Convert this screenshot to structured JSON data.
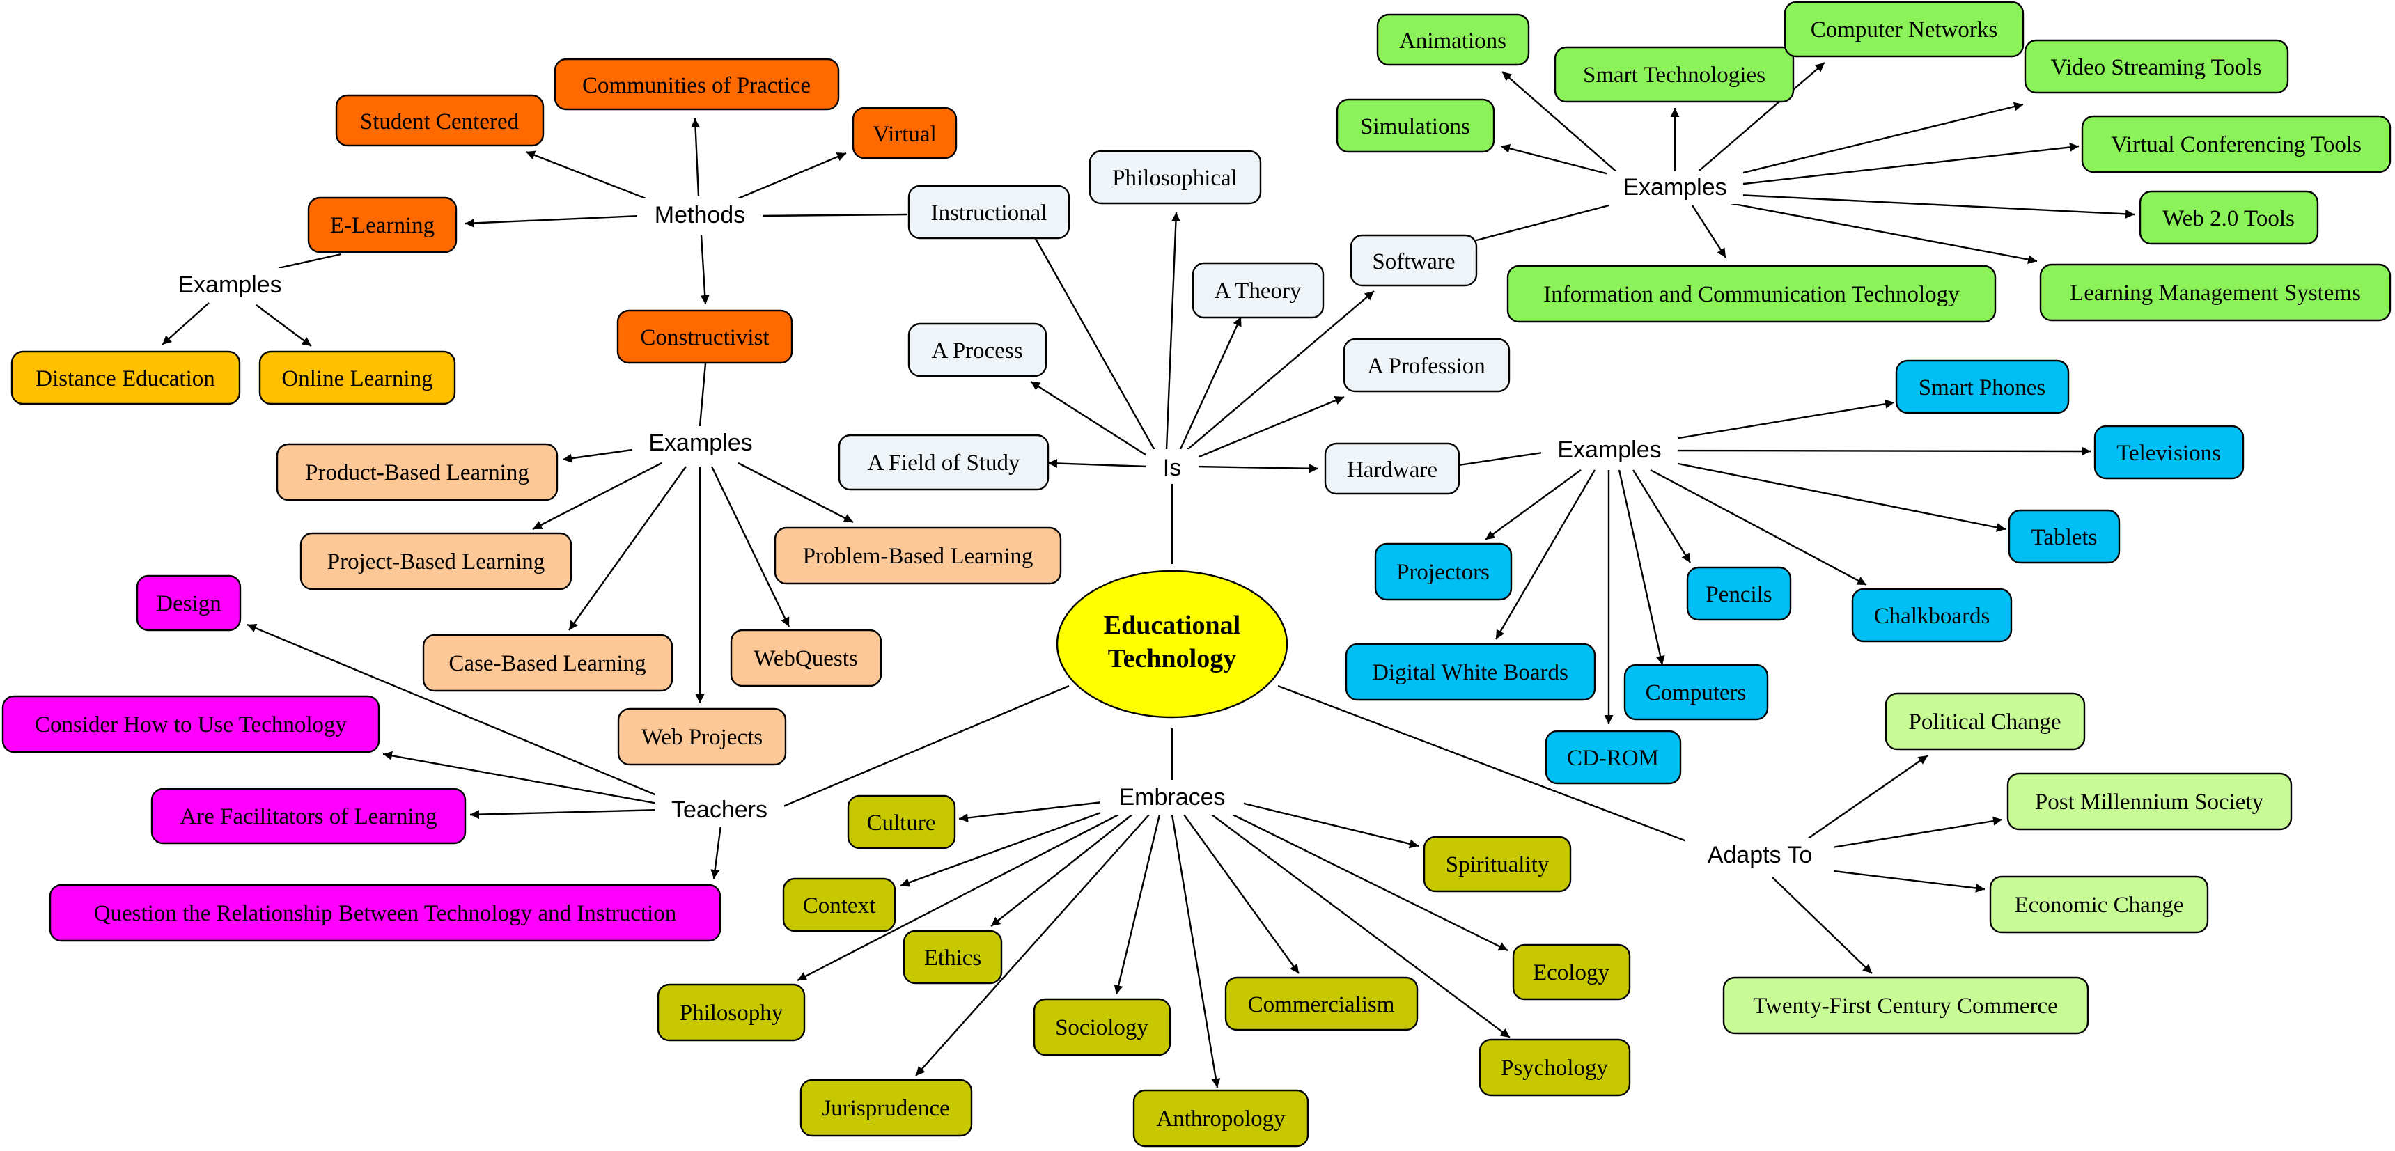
{
  "root": {
    "line1": "Educational",
    "line2": "Technology"
  },
  "links": {
    "is": "Is",
    "embraces": "Embraces",
    "adapts_to": "Adapts To",
    "teachers": "Teachers",
    "methods": "Methods",
    "methods_examples": "Examples",
    "constructivist_examples": "Examples",
    "software_examples": "Examples",
    "hardware_examples": "Examples"
  },
  "is_items": {
    "instructional": "Instructional",
    "philosophical": "Philosophical",
    "a_theory": "A Theory",
    "software": "Software",
    "a_process": "A Process",
    "a_profession": "A Profession",
    "a_field_of_study": "A Field of Study",
    "hardware": "Hardware"
  },
  "methods_items": {
    "communities_of_practice": "Communities of Practice",
    "student_centered": "Student Centered",
    "virtual": "Virtual",
    "e_learning": "E-Learning",
    "constructivist": "Constructivist"
  },
  "elearning_examples": {
    "distance_education": "Distance Education",
    "online_learning": "Online Learning"
  },
  "constructivist_items": {
    "product_based": "Product-Based Learning",
    "project_based": "Project-Based Learning",
    "problem_based": "Problem-Based Learning",
    "case_based": "Case-Based Learning",
    "webquests": "WebQuests",
    "web_projects": "Web Projects"
  },
  "software_items": {
    "animations": "Animations",
    "smart_technologies": "Smart Technologies",
    "computer_networks": "Computer Networks",
    "video_streaming": "Video Streaming Tools",
    "simulations": "Simulations",
    "virtual_conferencing": "Virtual Conferencing Tools",
    "web_20": "Web 2.0 Tools",
    "ict": "Information and Communication Technology",
    "lms": "Learning Management Systems"
  },
  "hardware_items": {
    "smart_phones": "Smart Phones",
    "televisions": "Televisions",
    "tablets": "Tablets",
    "projectors": "Projectors",
    "pencils": "Pencils",
    "chalkboards": "Chalkboards",
    "digital_white_boards": "Digital White Boards",
    "computers": "Computers",
    "cd_rom": "CD-ROM"
  },
  "teachers_items": {
    "design": "Design",
    "consider_how": "Consider How to Use Technology",
    "facilitators": "Are Facilitators of Learning",
    "question_relationship": "Question the Relationship Between Technology and Instruction"
  },
  "embraces_items": {
    "culture": "Culture",
    "context": "Context",
    "ethics": "Ethics",
    "philosophy": "Philosophy",
    "sociology": "Sociology",
    "jurisprudence": "Jurisprudence",
    "commercialism": "Commercialism",
    "anthropology": "Anthropology",
    "spirituality": "Spirituality",
    "ecology": "Ecology",
    "psychology": "Psychology"
  },
  "adapts_items": {
    "political_change": "Political Change",
    "post_millennium": "Post Millennium Society",
    "economic_change": "Economic Change",
    "twenty_first": "Twenty-First Century Commerce"
  },
  "colors": {
    "is_nodes": "#eef4f7",
    "methods_nodes": "#ff6a00",
    "elearning_examples": "#ffc000",
    "constructivist_examples": "#fdc898",
    "software_examples": "#8cf25a",
    "hardware_examples": "#00bff5",
    "teachers_nodes": "#ff00ff",
    "embraces_nodes": "#c8c800",
    "adapts_nodes": "#c8fa96",
    "root": "#ffff00"
  }
}
